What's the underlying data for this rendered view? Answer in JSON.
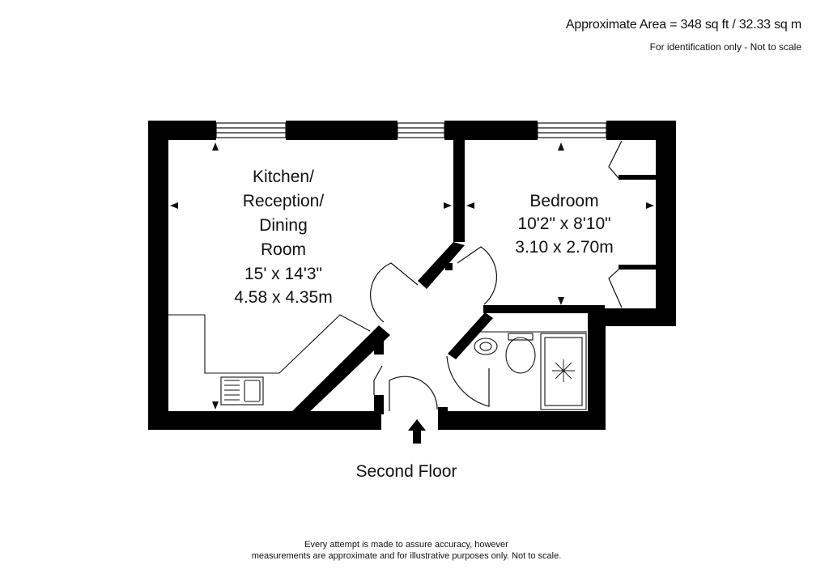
{
  "header": {
    "approx_area": "Approximate Area = 348 sq ft / 32.33 sq m",
    "note": "For identification only - Not to scale"
  },
  "rooms": [
    {
      "name_lines": [
        "Kitchen/",
        "Reception/",
        "Dining",
        "Room"
      ],
      "size_imperial": "15' x 14'3\"",
      "size_metric": "4.58 x 4.35m"
    },
    {
      "name_lines": [
        "Bedroom"
      ],
      "size_imperial": "10'2\" x 8'10\"",
      "size_metric": "3.10 x 2.70m"
    }
  ],
  "floor_name": "Second Floor",
  "disclaimer": {
    "line1": "Every attempt is made to assure accuracy, however",
    "line2": "measurements are approximate and for illustrative purposes only. Not to scale."
  },
  "colors": {
    "wall": "#000000",
    "line": "#111111",
    "background": "#ffffff"
  }
}
